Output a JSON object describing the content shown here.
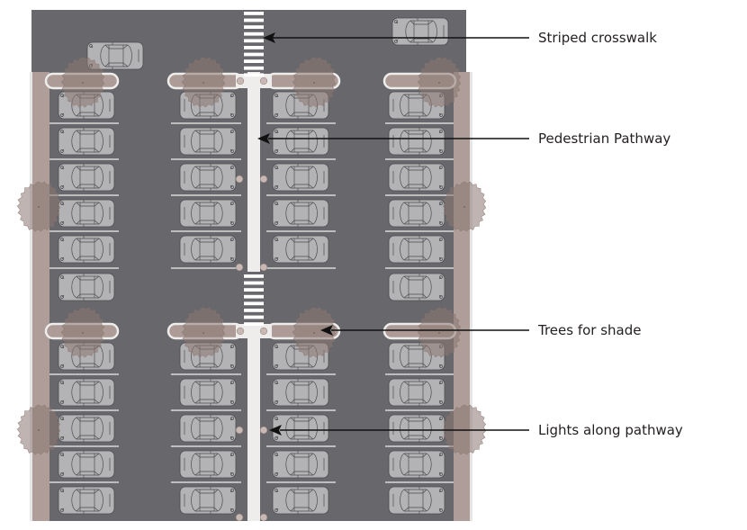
{
  "title": "Parking lot design with pedestrian pathway",
  "colors": {
    "asphalt": "#68686c",
    "pathway": "#eeedeb",
    "planting_strip": "#ae9d98",
    "island_fill": "#ac9b96",
    "island_border": "#eeedeb",
    "tree_fill": "#8a7671",
    "car_body": "#b3b3b5",
    "car_outline": "#4d4d50",
    "stall_line": "#d9d9d9",
    "light": "#c9b9b4",
    "arrow": "#111111",
    "label": "#231f20"
  },
  "callouts": [
    {
      "id": "crosswalk",
      "label": "Striped crosswalk",
      "target": "striped-crosswalk"
    },
    {
      "id": "pathway",
      "label": "Pedestrian Pathway",
      "target": "pedestrian-pathway"
    },
    {
      "id": "trees",
      "label": "Trees for shade",
      "target": "shade-tree"
    },
    {
      "id": "lights",
      "label": "Lights along pathway",
      "target": "pathway-light"
    }
  ],
  "lot": {
    "parking_columns": 4,
    "stalls_per_column_per_block": [
      6,
      5
    ],
    "blocks": 2,
    "crosswalks": 2
  }
}
